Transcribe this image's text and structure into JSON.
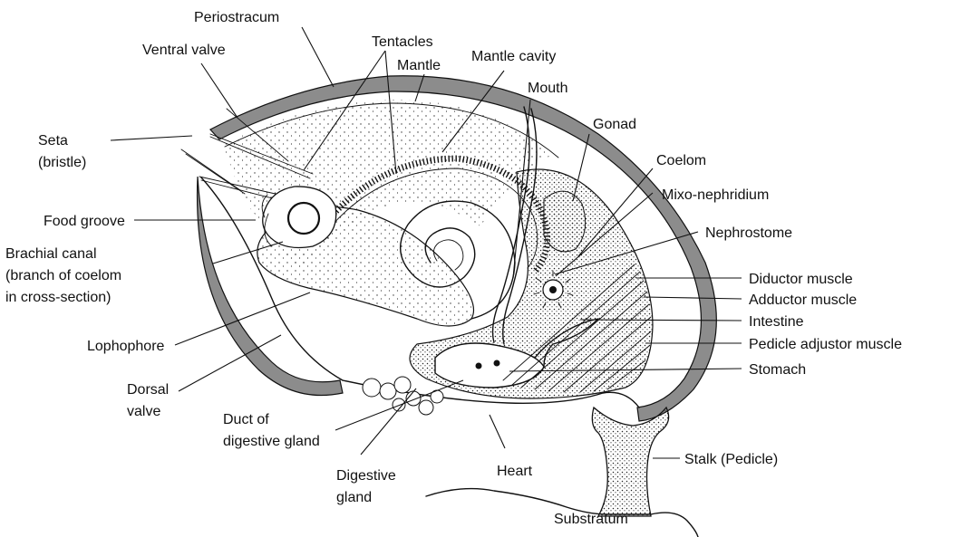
{
  "labels": {
    "periostracum": "Periostracum",
    "ventral_valve": "Ventral valve",
    "tentacles": "Tentacles",
    "mantle": "Mantle",
    "mantle_cavity": "Mantle cavity",
    "mouth": "Mouth",
    "seta_1": "Seta",
    "seta_2": "(bristle)",
    "gonad": "Gonad",
    "coelom": "Coelom",
    "mixo_nephridium": "Mixo-nephridium",
    "food_groove": "Food groove",
    "nephrostome": "Nephrostome",
    "brachial_canal_1": "Brachial canal",
    "brachial_canal_2": "(branch of coelom",
    "brachial_canal_3": "in cross-section)",
    "diductor_muscle": "Diductor muscle",
    "adductor_muscle": "Adductor muscle",
    "intestine": "Intestine",
    "lophophore": "Lophophore",
    "pedicle_adjustor_muscle": "Pedicle adjustor muscle",
    "stomach": "Stomach",
    "dorsal_valve_1": "Dorsal",
    "dorsal_valve_2": "valve",
    "duct_1": "Duct of",
    "duct_2": "digestive gland",
    "digestive_gland_1": "Digestive",
    "digestive_gland_2": "gland",
    "heart": "Heart",
    "stalk": "Stalk (Pedicle)",
    "substratum": "Substratum"
  },
  "colors": {
    "shell_gray": "#8c8c8c",
    "ink": "#111111",
    "paper": "#ffffff"
  }
}
